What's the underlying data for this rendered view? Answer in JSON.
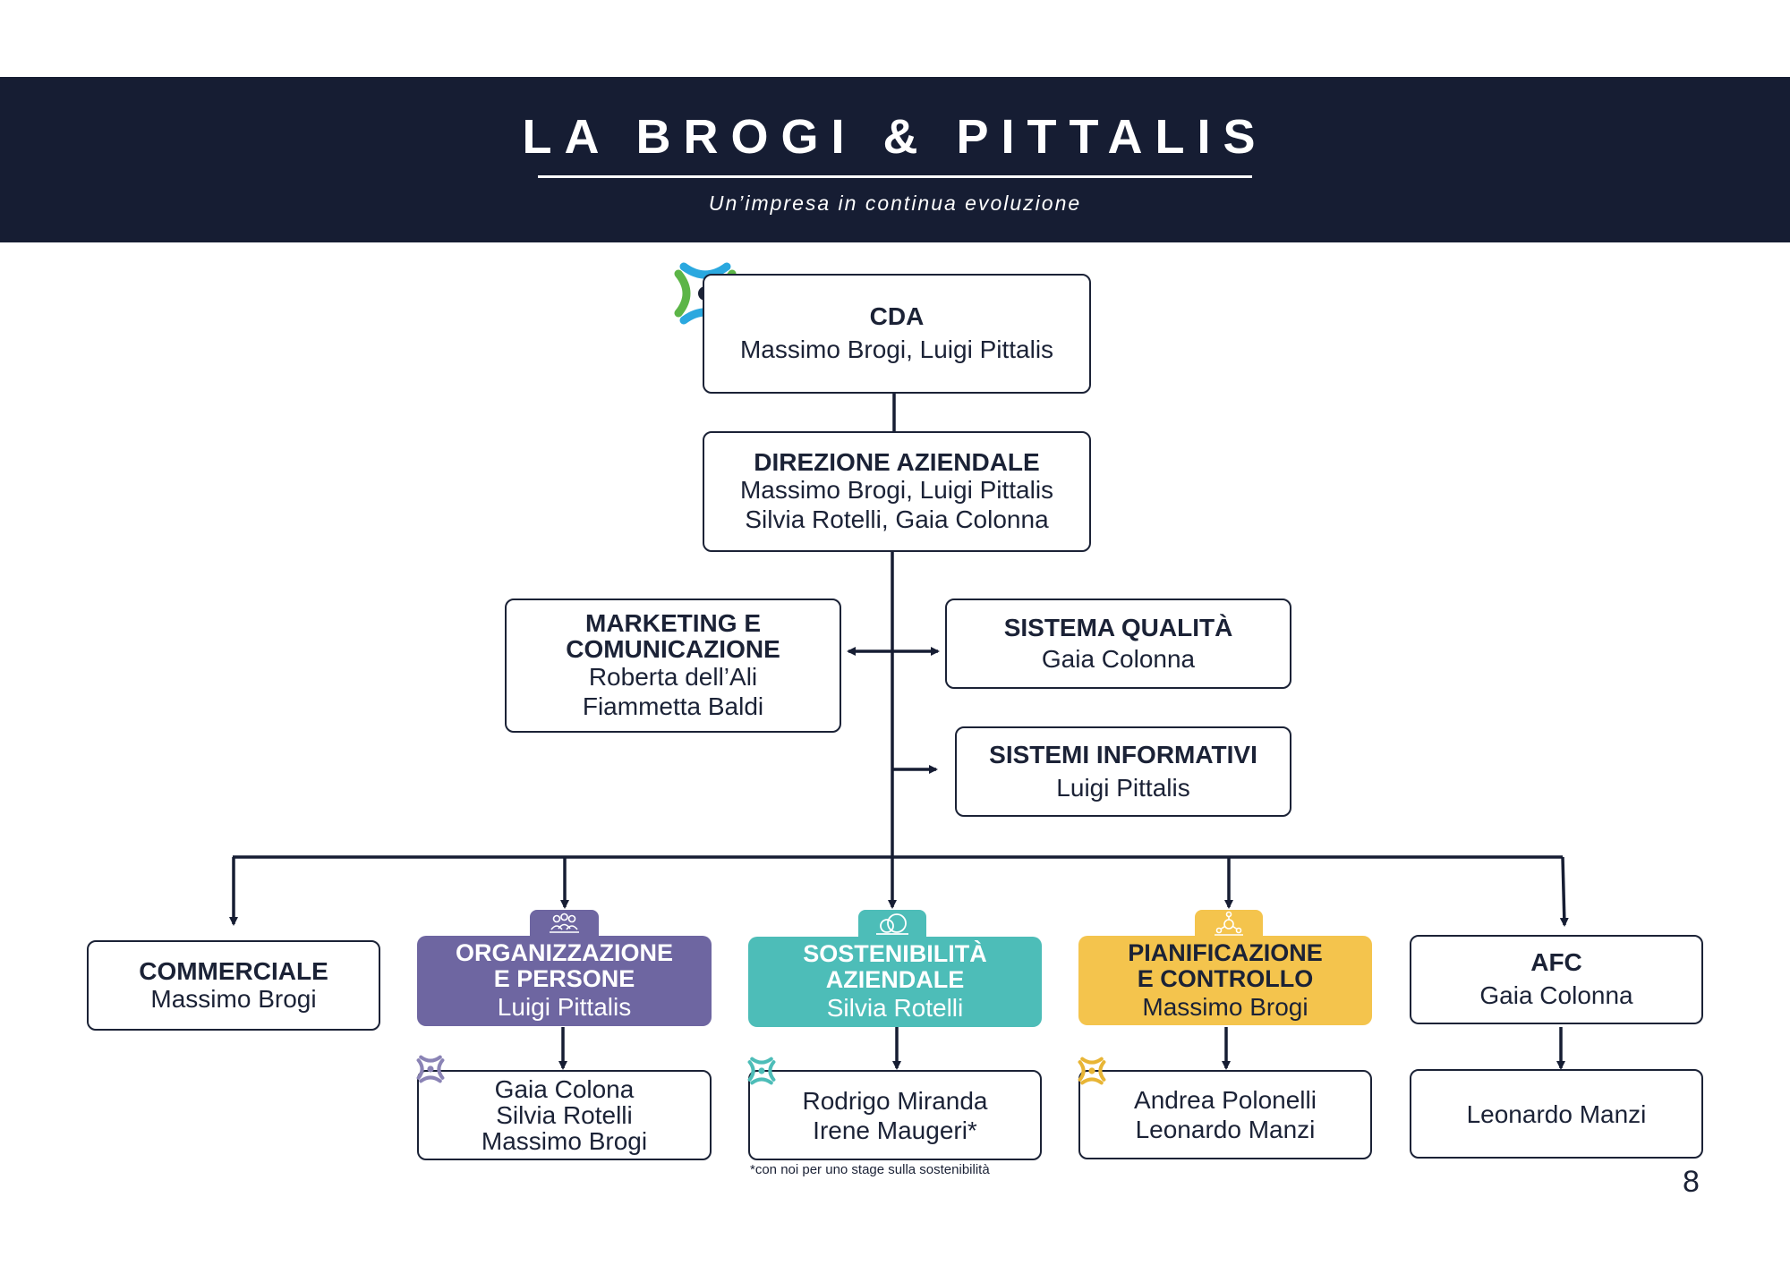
{
  "header": {
    "title": "LA BROGI & PITTALIS",
    "subtitle": "Un’impresa in continua evoluzione"
  },
  "colors": {
    "navy": "#161d33",
    "organizzazione": "#6e66a1",
    "sostenibilita": "#4dbdb8",
    "pianificazione": "#f4c44d",
    "logo_blue": "#2aa8df",
    "logo_green": "#5cb547"
  },
  "org": {
    "cda": {
      "title": "CDA",
      "people": "Massimo Brogi, Luigi Pittalis"
    },
    "direzione": {
      "title": "DIREZIONE AZIENDALE",
      "line1": "Massimo Brogi, Luigi Pittalis",
      "line2": "Silvia Rotelli, Gaia Colonna"
    },
    "marketing": {
      "title1": "MARKETING E",
      "title2": "COMUNICAZIONE",
      "line1": "Roberta dell’Ali",
      "line2": "Fiammetta Baldi"
    },
    "qualita": {
      "title": "SISTEMA QUALITÀ",
      "people": "Gaia Colonna"
    },
    "informativi": {
      "title": "SISTEMI INFORMATIVI",
      "people": "Luigi Pittalis"
    },
    "commerciale": {
      "title": "COMMERCIALE",
      "people": "Massimo Brogi"
    },
    "organizzazione": {
      "title1": "ORGANIZZAZIONE",
      "title2": "E PERSONE",
      "people": "Luigi Pittalis",
      "icon": "people-group-icon",
      "team": [
        "Gaia Colona",
        "Silvia Rotelli",
        "Massimo Brogi"
      ]
    },
    "sostenibilita": {
      "title1": "SOSTENIBILITÀ",
      "title2": "AZIENDALE",
      "people": "Silvia Rotelli",
      "icon": "circles-icon",
      "team": [
        "Rodrigo Miranda",
        "Irene Maugeri*"
      ]
    },
    "pianificazione": {
      "title1": "PIANIFICAZIONE",
      "title2": "E CONTROLLO",
      "people": "Massimo Brogi",
      "icon": "network-icon",
      "team": [
        "Andrea Polonelli",
        "Leonardo Manzi"
      ]
    },
    "afc": {
      "title": "AFC",
      "people": "Gaia Colonna",
      "team": [
        "Leonardo Manzi"
      ]
    }
  },
  "footnote": "*con noi per uno stage sulla sostenibilità",
  "page_number": "8"
}
